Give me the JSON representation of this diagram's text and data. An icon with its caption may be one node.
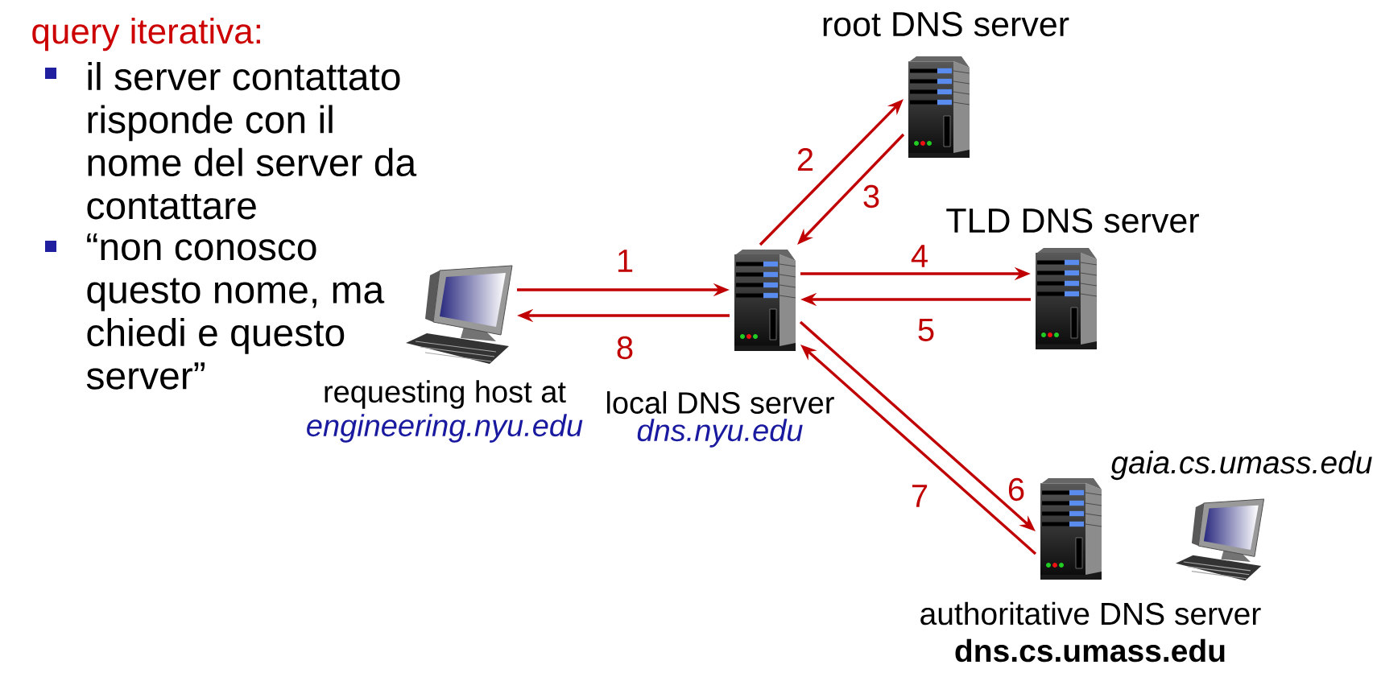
{
  "diagram": {
    "title": "query iterativa:",
    "nodes": [
      {
        "text": [],
        "shape": "picture",
        "beside": [
          "requesting host at",
          "engineering.nyu.edu"
        ]
      },
      {
        "text": [],
        "shape": "picture",
        "beside": [
          "local DNS server",
          "dns.nyu.edu"
        ]
      },
      {
        "text": [],
        "shape": "picture",
        "beside": [
          "root DNS server"
        ]
      },
      {
        "text": [],
        "shape": "picture",
        "beside": [
          "TLD DNS server"
        ]
      },
      {
        "text": [],
        "shape": "picture",
        "beside": [
          "authoritative DNS server",
          "dns.cs.umass.edu"
        ]
      },
      {
        "text": [],
        "shape": "picture",
        "beside": [
          "gaia.cs.umass.edu"
        ]
      }
    ],
    "edges": [
      {
        "from": 0,
        "to": 1,
        "arrow": "to",
        "label": "1"
      },
      {
        "from": 1,
        "to": 2,
        "arrow": "to",
        "label": "2"
      },
      {
        "from": 2,
        "to": 1,
        "arrow": "to",
        "label": "3"
      },
      {
        "from": 1,
        "to": 3,
        "arrow": "to",
        "label": "4"
      },
      {
        "from": 3,
        "to": 1,
        "arrow": "to",
        "label": "5"
      },
      {
        "from": 1,
        "to": 4,
        "arrow": "to",
        "label": "6"
      },
      {
        "from": 4,
        "to": 1,
        "arrow": "to",
        "label": "7"
      },
      {
        "from": 1,
        "to": 0,
        "arrow": "to",
        "label": "8"
      }
    ],
    "labels": [
      "il server contattato risponde con il nome del server da contattare",
      "“non conosco questo nome, ma chiedi e questo server”"
    ]
  }
}
